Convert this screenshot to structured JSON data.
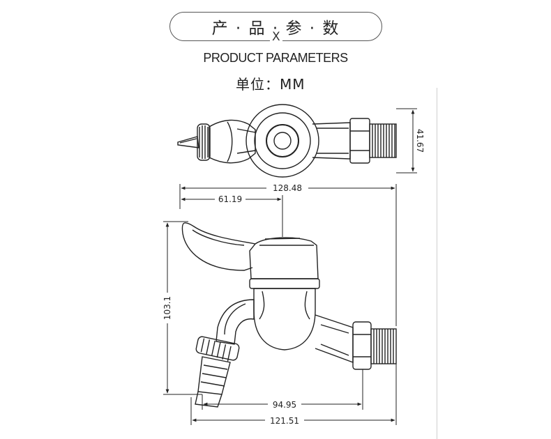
{
  "title": "产 · 品 · 参 · 数",
  "title_cross": "X",
  "subtitle": "PRODUCT PARAMETERS",
  "unit_label": "单位：MM",
  "dimensions": {
    "top_view_height": "41.67",
    "overall_width": "128.48",
    "handle_to_center": "61.19",
    "overall_height": "103.1",
    "spout_to_thread": "94.95",
    "bottom_width": "121.51"
  },
  "colors": {
    "line": "#222222",
    "accent_line": "#555555"
  }
}
